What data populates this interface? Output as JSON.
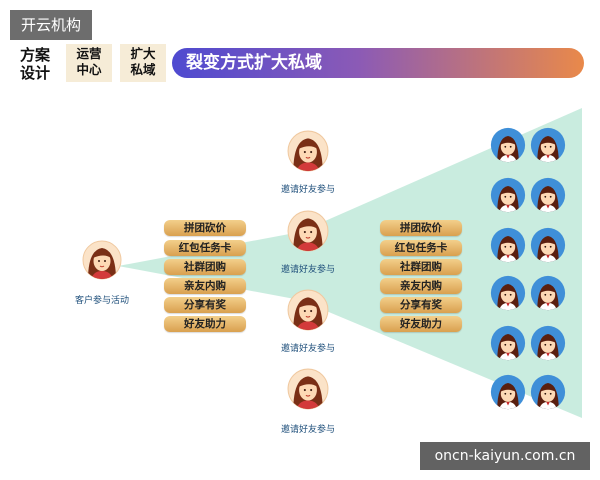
{
  "brand": "开云机构",
  "tabs": {
    "fangan": "方案\n设计",
    "yunying": "运营\n中心",
    "kuoda": "扩大\n私域"
  },
  "banner_title": "裂变方式扩大私域",
  "customer_label": "客户参与活动",
  "invite_label": "邀请好友参与",
  "methods_left": [
    "拼团砍价",
    "红包任务卡",
    "社群团购",
    "亲友内购",
    "分享有奖",
    "好友助力"
  ],
  "methods_right": [
    "拼团砍价",
    "红包任务卡",
    "社群团购",
    "亲友内购",
    "分享有奖",
    "好友助力"
  ],
  "watermark": "oncn-kaiyun.com.cn",
  "colors": {
    "cone": "#bfe9d9",
    "pill_top": "#f3cf8b",
    "pill_bottom": "#d9a04f",
    "label": "#1d4e7a",
    "banner_start": "#4e4ad0",
    "banner_end": "#e9894a"
  },
  "icons": {
    "customer": "woman-avatar-icon",
    "invitee": "woman-avatar-icon",
    "crowd": "girl-avatar-icon"
  }
}
